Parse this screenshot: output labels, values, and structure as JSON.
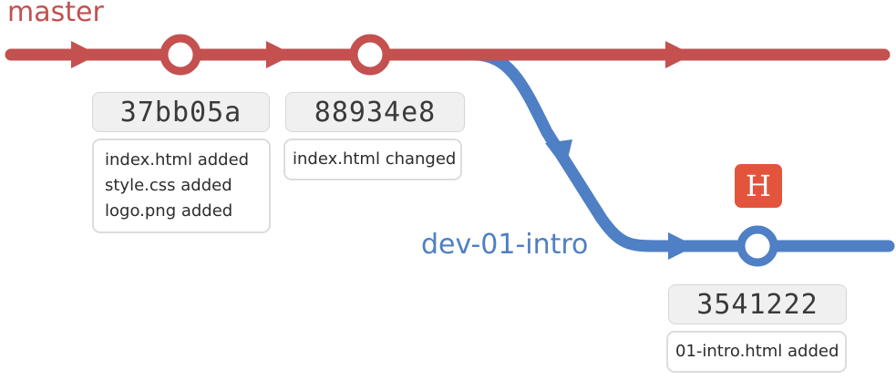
{
  "colors": {
    "master": "#c45050",
    "dev": "#4f7fc4",
    "head_badge": "#e2553c"
  },
  "branches": {
    "master": {
      "label": "master"
    },
    "dev": {
      "label": "dev-01-intro"
    }
  },
  "head": {
    "label": "H"
  },
  "commits": [
    {
      "hash": "37bb05a",
      "messages": [
        "index.html added",
        "style.css added",
        "logo.png added"
      ]
    },
    {
      "hash": "88934e8",
      "messages": [
        "index.html changed"
      ]
    },
    {
      "hash": "3541222",
      "messages": [
        "01-intro.html added"
      ]
    }
  ]
}
